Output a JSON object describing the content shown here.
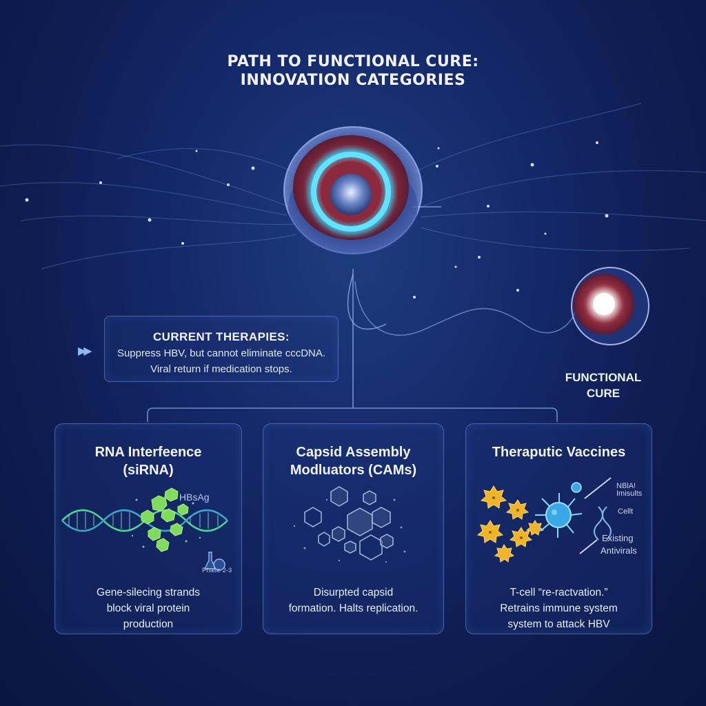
{
  "title": {
    "line1": "PATH TO FUNCTIONAL CURE:",
    "line2": "INNOVATION CATEGORIES"
  },
  "current_therapies": {
    "heading": "CURRENT THERAPIES:",
    "line1": "Suppress HBV, but cannot eliminate cccDNA.",
    "line2": "Viral return if medication stops."
  },
  "functional_cure": {
    "line1": "FUNCTIONAL",
    "line2": "CURE"
  },
  "cards": [
    {
      "title_line1": "RNA Interfeence",
      "title_line2": "(siRNA)",
      "desc_line1": "Gene-silecing strands",
      "desc_line2": "block viral protein",
      "desc_line3": "production",
      "labels": {
        "antigen": "HBsAg",
        "phase": "Phase 2-3"
      }
    },
    {
      "title_line1": "Capsid Assembly",
      "title_line2": "Modluators (CAMs)",
      "desc_line1": "Disurpted capsid",
      "desc_line2": "formation. Halts replication.",
      "desc_line3": ""
    },
    {
      "title_line1": "Theraputic Vaccines",
      "title_line2": "",
      "desc_line1": "T-cell “re-ractvation.”",
      "desc_line2": "Retrains immune system",
      "desc_line3": "system to attack HBV",
      "labels": {
        "sirna": "NBlA!\nImisults",
        "celit": "Cellt",
        "existing_line1": "Existing",
        "existing_line2": "Antivirals"
      }
    }
  ],
  "colors": {
    "background": "#122760",
    "panel_border": "#8caae6",
    "glow_cyan": "#35d6ff",
    "cell_red": "#8a2a3c",
    "helix_green": "#4fd69a",
    "antigen_green": "#7fdc5a",
    "tcell_yellow": "#f0b429",
    "virus_blue": "#3aa8e8"
  }
}
